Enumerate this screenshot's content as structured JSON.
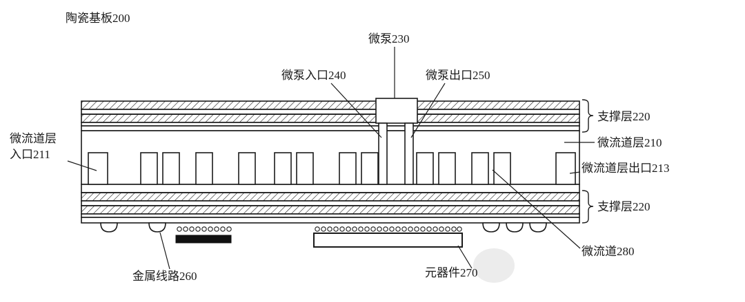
{
  "diagram": {
    "labels": {
      "substrate": "陶瓷基板200",
      "micropump": "微泵230",
      "pump_inlet": "微泵入口240",
      "pump_outlet": "微泵出口250",
      "support_layer_top": "支撑层220",
      "channel_layer": "微流道层210",
      "channel_layer_outlet": "微流道层出口213",
      "support_layer_bottom": "支撑层220",
      "microchannel": "微流道280",
      "channel_inlet_line1": "微流道层",
      "channel_inlet_line2": "入口211",
      "metal_wiring": "金属线路260",
      "component": "元器件270"
    },
    "colors": {
      "line": "#1a1a1a",
      "background": "#ffffff",
      "solid_fill": "#111111",
      "watermark": "#c9c9c9"
    }
  }
}
